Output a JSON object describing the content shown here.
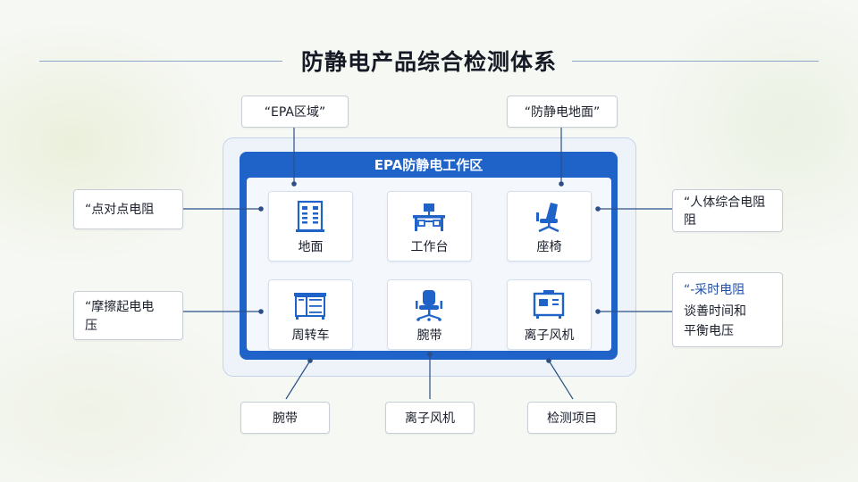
{
  "title": "防静电产品综合检测体系",
  "frame": {
    "title": "EPA防静电工作区"
  },
  "tiles": [
    {
      "label": "地面",
      "icon": "floor-panel-icon"
    },
    {
      "label": "工作台",
      "icon": "workbench-icon"
    },
    {
      "label": "座椅",
      "icon": "chair-icon"
    },
    {
      "label": "周转车",
      "icon": "cart-cabinet-icon"
    },
    {
      "label": "腕带",
      "icon": "office-chair-icon"
    },
    {
      "label": "离子风机",
      "icon": "ionizer-icon"
    }
  ],
  "callouts": {
    "top_left": "“EPA区域”",
    "top_right": "“防静电地面”",
    "left_top": "“点对点电阻",
    "left_bottom_1": "“摩擦起电电",
    "left_bottom_2": "压",
    "right_top_1": "“人体综合电阻",
    "right_top_2": "阻",
    "right_bottom_1": "“-采时电阻",
    "right_bottom_2": "谈善时间和",
    "right_bottom_3": "平衡电压",
    "bottom_left": "腕带",
    "bottom_center": "离子风机",
    "bottom_right": "检测项目"
  },
  "colors": {
    "accent": "#1f63c9",
    "line": "#2b4f86",
    "panel": "#f4f8fd"
  }
}
